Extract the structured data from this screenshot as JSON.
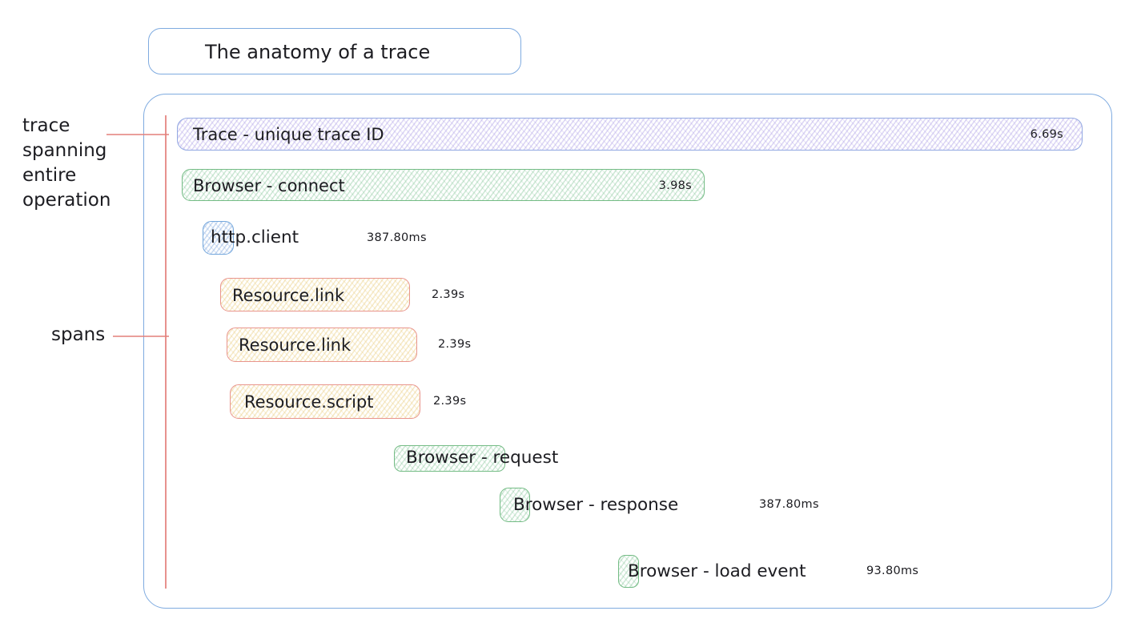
{
  "title": "The anatomy of a trace",
  "annotations": {
    "trace_note": "trace\nspanning\nentire\noperation",
    "spans_note": "spans"
  },
  "spans": [
    {
      "label": "Trace - unique trace ID",
      "duration": "6.69s",
      "kind": "trace"
    },
    {
      "label": "Browser - connect",
      "duration": "3.98s",
      "kind": "browser"
    },
    {
      "label": "http.client",
      "duration": "387.80ms",
      "kind": "http-client"
    },
    {
      "label": "Resource.link",
      "duration": "2.39s",
      "kind": "resource"
    },
    {
      "label": "Resource.link",
      "duration": "2.39s",
      "kind": "resource"
    },
    {
      "label": "Resource.script",
      "duration": "2.39s",
      "kind": "resource"
    },
    {
      "label": "Browser - request",
      "duration": "",
      "kind": "browser"
    },
    {
      "label": "Browser - response",
      "duration": "387.80ms",
      "kind": "browser"
    },
    {
      "label": "Browser - load event",
      "duration": "93.80ms",
      "kind": "browser"
    }
  ],
  "colors": {
    "container_border": "#7fabe0",
    "trace_fill": "#a798e4",
    "trace_border": "#93a9e2",
    "browser_fill": "#76be8c",
    "browser_border": "#74bc85",
    "resource_fill": "#e9cb7a",
    "resource_border": "#e9958d",
    "http_fill": "#80a8de",
    "http_border": "#74a7dc",
    "annotation_line": "#e37f7a",
    "text": "#1c1c21"
  }
}
